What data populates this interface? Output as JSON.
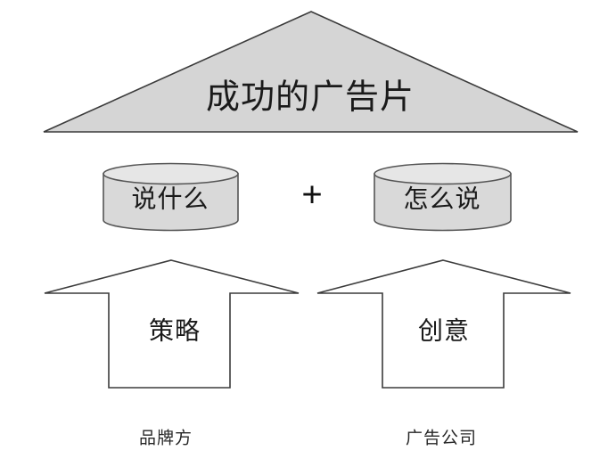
{
  "diagram": {
    "type": "hierarchy-house",
    "roof": {
      "label": "成功的广告片",
      "shape": "triangle",
      "fill": "#d5d5d5",
      "stroke": "#3b3b3b"
    },
    "operator": {
      "symbol": "+",
      "name": "plus-operator"
    },
    "pillars": [
      {
        "label": "说什么",
        "shape": "cylinder",
        "fill": "#d9d9d9",
        "stroke": "#555555",
        "side": "left"
      },
      {
        "label": "怎么说",
        "shape": "cylinder",
        "fill": "#d9d9d9",
        "stroke": "#555555",
        "side": "right"
      }
    ],
    "arrows": [
      {
        "label": "策略",
        "shape": "up-arrow",
        "fill": "#ffffff",
        "stroke": "#3b3b3b",
        "side": "left"
      },
      {
        "label": "创意",
        "shape": "up-arrow",
        "fill": "#ffffff",
        "stroke": "#3b3b3b",
        "side": "right"
      }
    ],
    "captions": [
      {
        "label": "品牌方",
        "side": "left"
      },
      {
        "label": "广告公司",
        "side": "right"
      }
    ]
  }
}
